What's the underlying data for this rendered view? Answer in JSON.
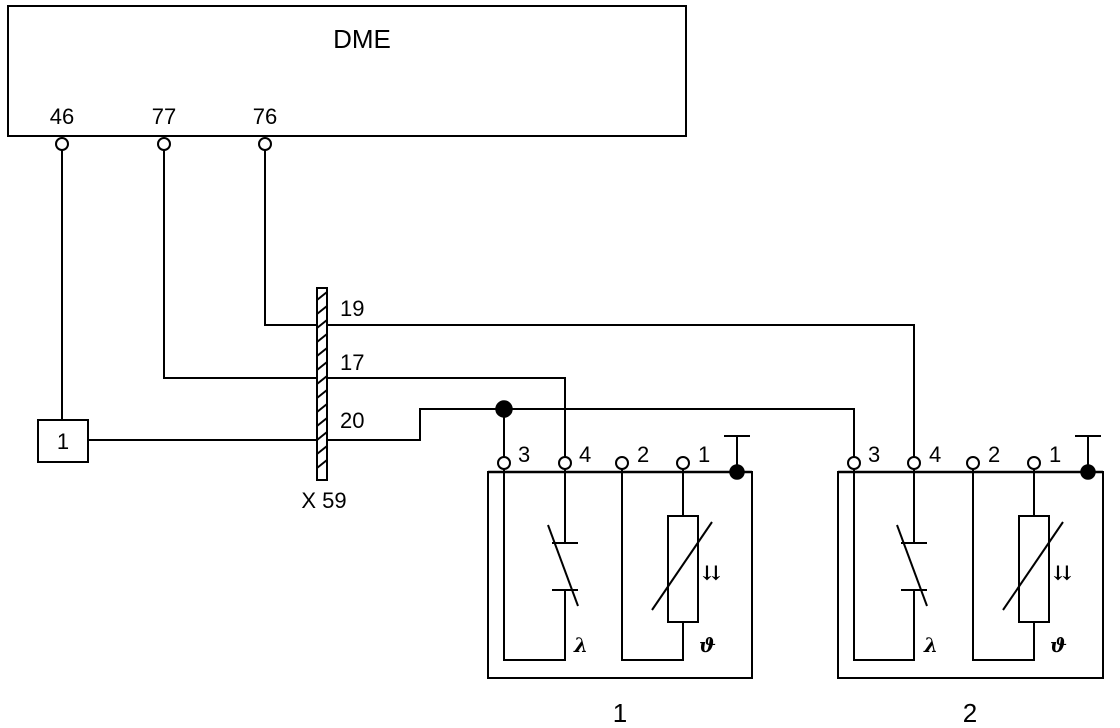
{
  "ecu": {
    "title": "DME",
    "pins": [
      "46",
      "77",
      "76"
    ]
  },
  "connector": {
    "label": "X 59",
    "pins": [
      "19",
      "17",
      "20"
    ]
  },
  "component": {
    "label": "1"
  },
  "sensors": [
    {
      "label": "1",
      "pins": [
        "3",
        "4",
        "2",
        "1"
      ],
      "lambda_symbol": "λ",
      "theta_symbol": "ϑ",
      "heater_symbol": "⇊"
    },
    {
      "label": "2",
      "pins": [
        "3",
        "4",
        "2",
        "1"
      ],
      "lambda_symbol": "λ",
      "theta_symbol": "ϑ",
      "heater_symbol": "⇊"
    }
  ]
}
